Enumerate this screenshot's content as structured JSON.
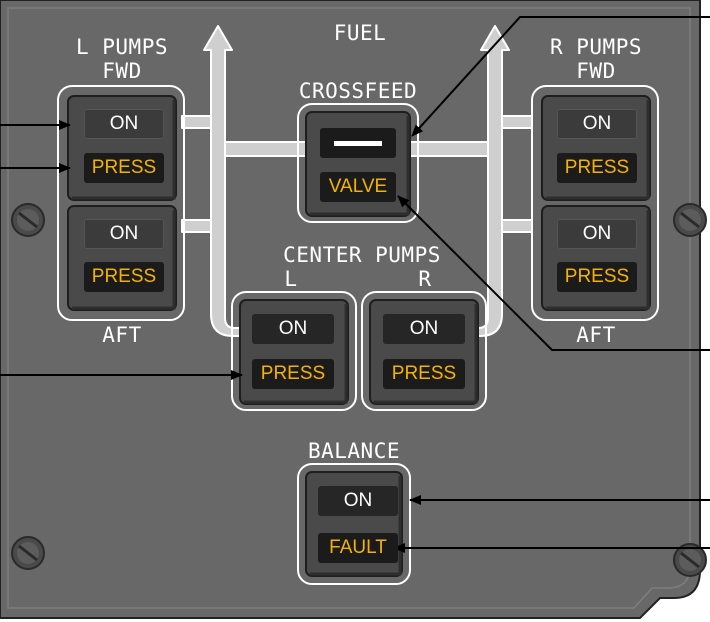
{
  "panel": {
    "title": "FUEL",
    "colors": {
      "panel": "#686868",
      "amber": "#f5b200",
      "legend": "#ffffff"
    }
  },
  "left_pumps": {
    "header_line1": "L PUMPS",
    "header_line2": "FWD",
    "footer": "AFT",
    "fwd": {
      "on_label": "ON",
      "press_label": "PRESS"
    },
    "aft": {
      "on_label": "ON",
      "press_label": "PRESS"
    }
  },
  "right_pumps": {
    "header_line1": "R PUMPS",
    "header_line2": "FWD",
    "footer": "AFT",
    "fwd": {
      "on_label": "ON",
      "press_label": "PRESS"
    },
    "aft": {
      "on_label": "ON",
      "press_label": "PRESS"
    }
  },
  "crossfeed": {
    "title": "CROSSFEED",
    "valve_label": "VALVE"
  },
  "center_pumps": {
    "title": "CENTER PUMPS",
    "left_label": "L",
    "right_label": "R",
    "left": {
      "on_label": "ON",
      "press_label": "PRESS"
    },
    "right": {
      "on_label": "ON",
      "press_label": "PRESS"
    }
  },
  "balance": {
    "title": "BALANCE",
    "on_label": "ON",
    "fault_label": "FAULT"
  }
}
